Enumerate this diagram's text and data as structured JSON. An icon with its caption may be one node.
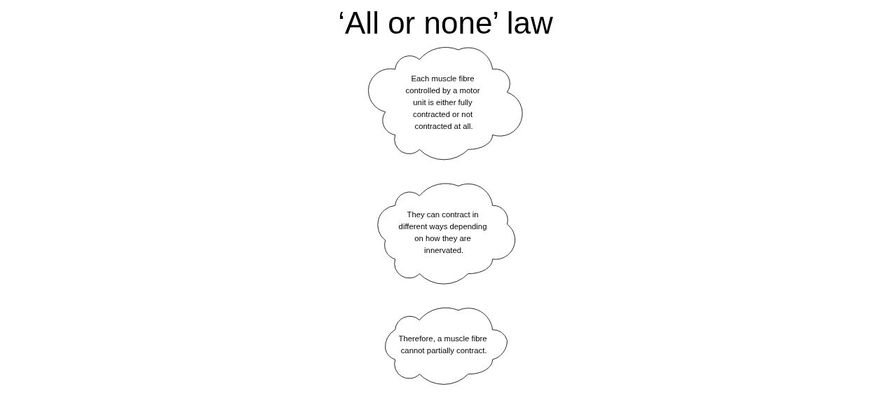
{
  "diagram": {
    "title": "‘All or none’ law",
    "nodes": [
      {
        "text": [
          "Each muscle fibre controlled by a motor unit is either fully contracted or not contracted at all."
        ]
      },
      {
        "text": [
          "They can contract in different ways depending on how they are innervated."
        ]
      },
      {
        "text": [
          "Therefore, a muscle fibre cannot partially contract."
        ]
      }
    ],
    "edges": []
  }
}
